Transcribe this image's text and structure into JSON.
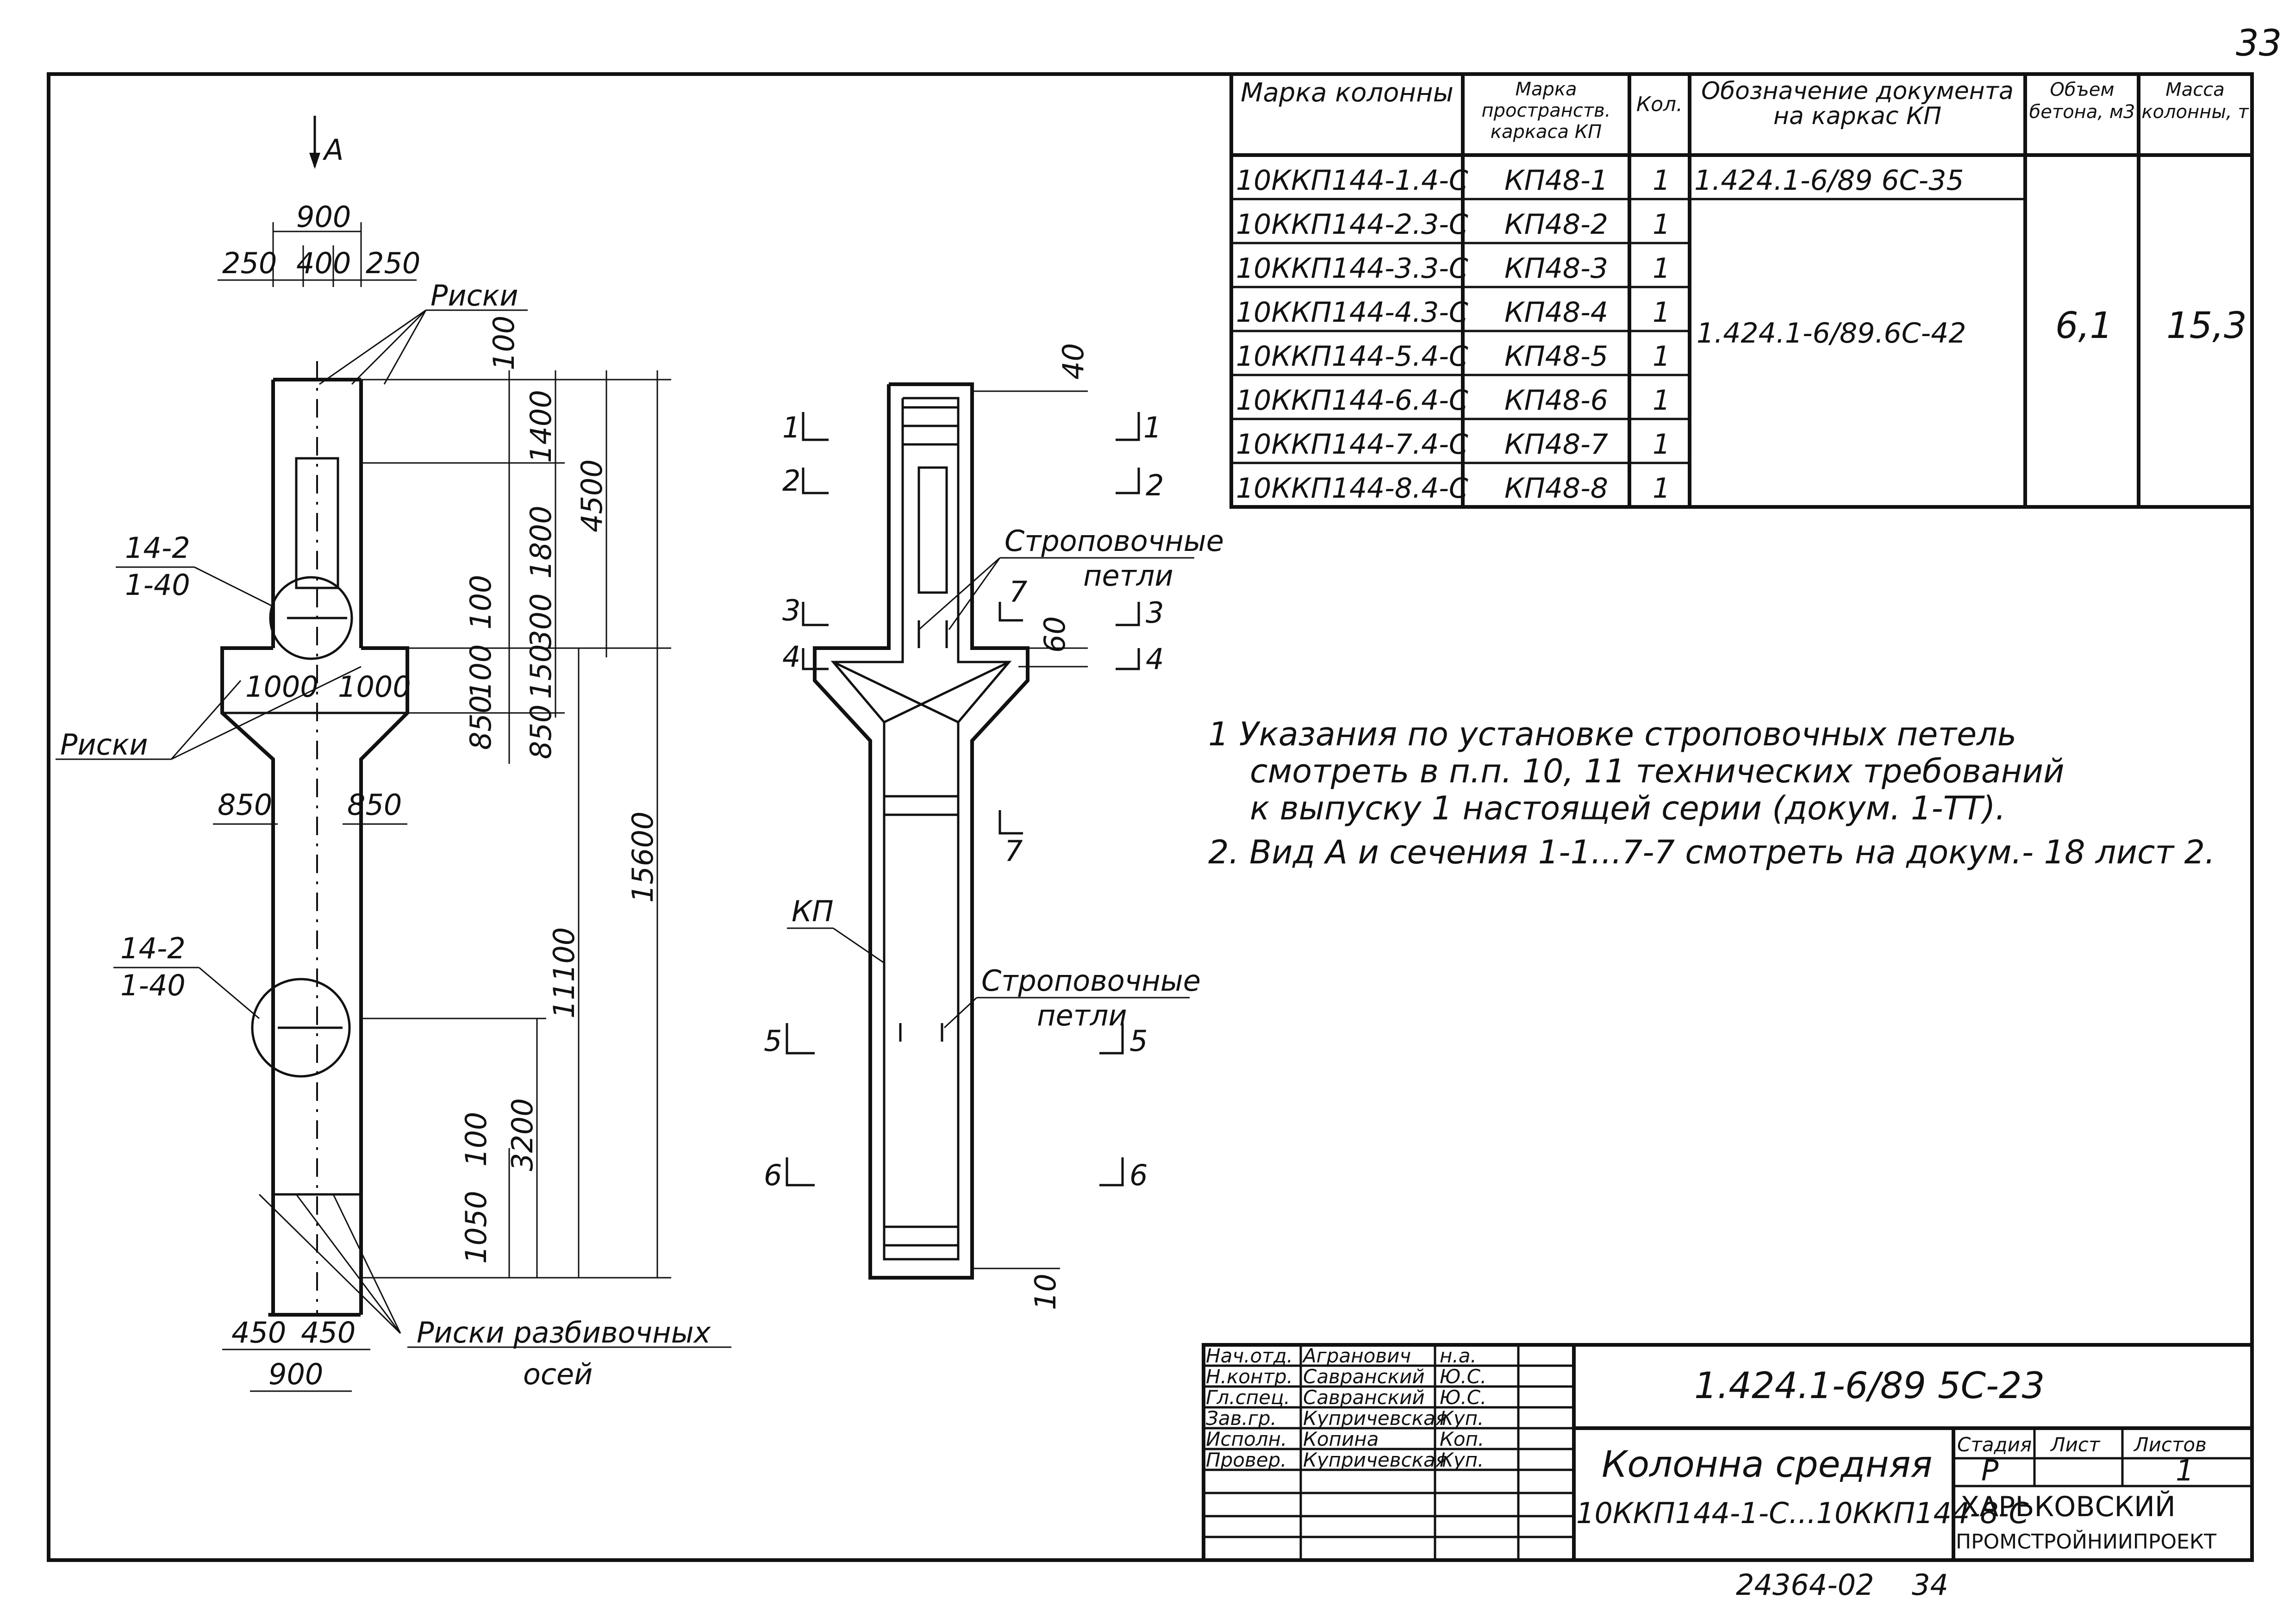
{
  "page_number": "33",
  "bottom_code": "24364-02",
  "bottom_page": "34",
  "left_view": {
    "view_arrow_label": "А",
    "top_width": "900",
    "top_dims": [
      "250",
      "400",
      "250"
    ],
    "label_riski_top": "Риски",
    "label_riski_side": "Риски",
    "callout_top": [
      "14-2",
      "1-40"
    ],
    "callout_bottom": [
      "14-2",
      "1-40"
    ],
    "consoles": [
      "1000",
      "1000"
    ],
    "console_bottom": [
      "850",
      "850"
    ],
    "vertical_dims": [
      "100",
      "1400",
      "1800",
      "4500",
      "300",
      "100",
      "100",
      "150",
      "850",
      "850",
      "15600",
      "11100",
      "3200",
      "100",
      "1050"
    ],
    "bottom_dims": [
      "450",
      "450"
    ],
    "bottom_width": "900",
    "label_riski_axes": [
      "Риски разбивочных",
      "осей"
    ]
  },
  "right_view": {
    "section_marks": [
      "1",
      "1",
      "2",
      "2",
      "3",
      "3",
      "4",
      "4",
      "5",
      "5",
      "6",
      "6",
      "7",
      "7"
    ],
    "dim_top": "40",
    "dim_60": "60",
    "dim_bottom": "10",
    "label_loops_top": [
      "Строповочные",
      "петли"
    ],
    "label_loops_bottom": [
      "Строповочные",
      "петли"
    ],
    "label_kp": "КП"
  },
  "spec_table": {
    "headers": [
      "Марка колонны",
      "Марка пространств. каркаса КП",
      "Кол.",
      "Обозначение документа на каркас КП",
      "Объем бетона, м3",
      "Масса колонны, т"
    ],
    "rows": [
      [
        "10ККП144-1.4-С",
        "КП48-1",
        "1"
      ],
      [
        "10ККП144-2.3-С",
        "КП48-2",
        "1"
      ],
      [
        "10ККП144-3.3-С",
        "КП48-3",
        "1"
      ],
      [
        "10ККП144-4.3-С",
        "КП48-4",
        "1"
      ],
      [
        "10ККП144-5.4-С",
        "КП48-5",
        "1"
      ],
      [
        "10ККП144-6.4-С",
        "КП48-6",
        "1"
      ],
      [
        "10ККП144-7.4-С",
        "КП48-7",
        "1"
      ],
      [
        "10ККП144-8.4-С",
        "КП48-8",
        "1"
      ]
    ],
    "doc_first": "1.424.1-6/89 6С-35",
    "doc_rest": "1.424.1-6/89.6С-42",
    "volume": "6,1",
    "mass": "15,3"
  },
  "notes": [
    "1 Указания по установке строповочных петель",
    "смотреть в п.п. 10, 11 технических требований",
    "к выпуску 1 настоящей серии (докум. 1-ТТ).",
    "2. Вид А и сечения 1-1...7-7 смотреть на докум.- 18 лист 2."
  ],
  "title_block": {
    "staff": [
      {
        "role": "Нач.отд.",
        "name": "Агранович",
        "sign": "н.а."
      },
      {
        "role": "Н.контр.",
        "name": "Савранский",
        "sign": "Ю.С."
      },
      {
        "role": "Гл.спец.",
        "name": "Савранский",
        "sign": "Ю.С."
      },
      {
        "role": "Зав.гр.",
        "name": "Купричевская",
        "sign": "Куп."
      },
      {
        "role": "Исполн.",
        "name": "Копина",
        "sign": "Коп."
      },
      {
        "role": "Провер.",
        "name": "Купричевская",
        "sign": "Куп."
      }
    ],
    "doc_number": "1.424.1-6/89 5С-23",
    "title_line1": "Колонна средняя",
    "title_line2": "10ККП144-1-С...10ККП144-8-С",
    "stage_header": "Стадия",
    "sheet_header": "Лист",
    "sheets_header": "Листов",
    "stage": "Р",
    "sheets": "1",
    "org_line1": "ХАРЬКОВСКИЙ",
    "org_line2": "ПРОМСТРОЙНИИПРОЕКТ"
  }
}
